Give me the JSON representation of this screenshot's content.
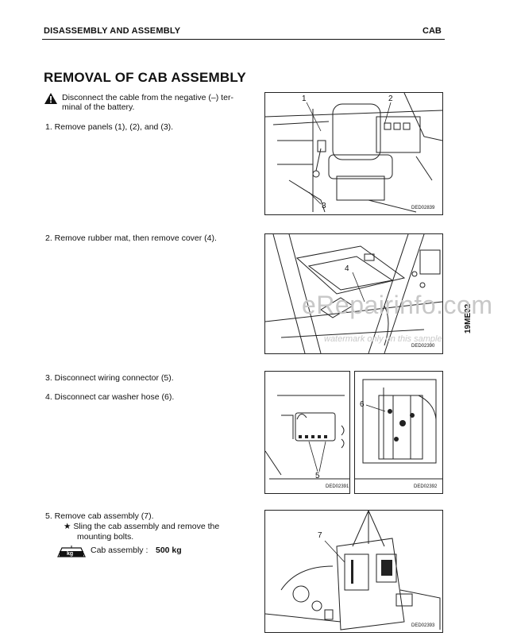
{
  "header": {
    "section": "DISASSEMBLY AND ASSEMBLY",
    "chapter": "CAB"
  },
  "title": "REMOVAL OF CAB ASSEMBLY",
  "warning": {
    "icon": "warning-triangle-icon",
    "line1": "Disconnect the cable from the negative (–) ter-",
    "line2": "minal of the battery."
  },
  "steps": [
    {
      "text": "1.   Remove panels (1), (2), and (3)."
    },
    {
      "text": "2.   Remove rubber mat, then remove cover (4)."
    },
    {
      "text": "3.   Disconnect wiring connector (5)."
    },
    {
      "text": "4.   Disconnect car washer hose (6)."
    },
    {
      "text": "5.   Remove cab assembly (7)."
    }
  ],
  "step5": {
    "note_line1": "★  Sling the cab assembly and remove the",
    "note_line2": "mounting bolts.",
    "kg_label": "kg",
    "weight_label": "Cab assembly :",
    "weight_value": "500 kg"
  },
  "figures": {
    "fig1": {
      "code": "DED02839",
      "callouts": [
        "1",
        "2",
        "3"
      ]
    },
    "fig2": {
      "code": "DED02390",
      "callouts": [
        "4"
      ]
    },
    "fig3": {
      "code": "DED02391",
      "callouts": [
        "5"
      ]
    },
    "fig4": {
      "code": "DED02392",
      "callouts": [
        "6"
      ]
    },
    "fig5": {
      "code": "DED02393",
      "callouts": [
        "7"
      ]
    }
  },
  "side_code": "19ME02",
  "watermark": {
    "line1": "eRepairinfo.com",
    "line2": "watermark only on this sample"
  }
}
